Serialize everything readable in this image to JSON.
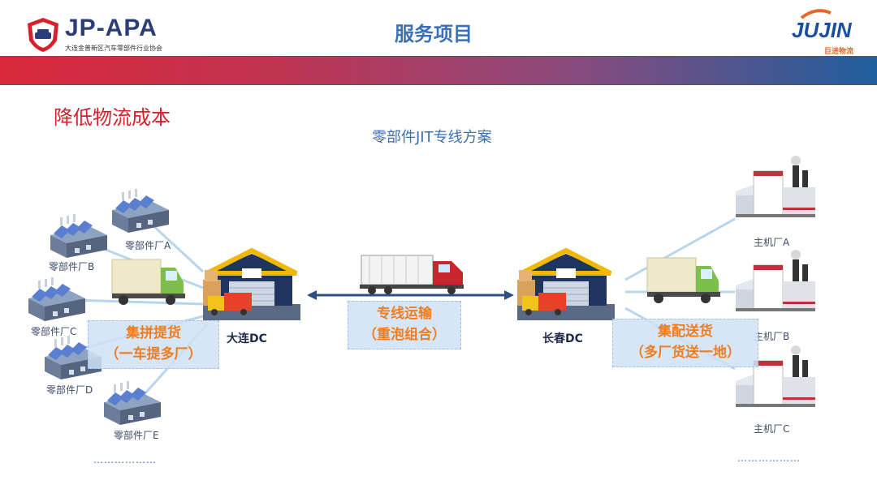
{
  "header": {
    "logo_text": "JP-APA",
    "logo_subtitle": "大连金普新区汽车零部件行业协会",
    "title": "服务项目",
    "brand": "JUJIN",
    "brand_sub": "巨进物流"
  },
  "section_title": "降低物流成本",
  "subtitle": "零部件JIT专线方案",
  "suppliers": [
    "零部件厂A",
    "零部件厂B",
    "零部件厂C",
    "零部件厂D",
    "零部件厂E"
  ],
  "oems": [
    "主机厂A",
    "主机厂B",
    "主机厂C"
  ],
  "dc_left": "大连DC",
  "dc_right": "长春DC",
  "callouts": {
    "collect_line1": "集拼提货",
    "collect_line2": "（一车提多厂）",
    "trunk_line1": "专线运输",
    "trunk_line2": "（重泡组合）",
    "deliver_line1": "集配送货",
    "deliver_line2": "（多厂货送一地）"
  },
  "ellipsis": "………………",
  "colors": {
    "title_blue": "#3b6fb6",
    "accent_red": "#d6202b",
    "callout_orange": "#ee7d1f",
    "callout_bg": "#d0e2f6"
  }
}
